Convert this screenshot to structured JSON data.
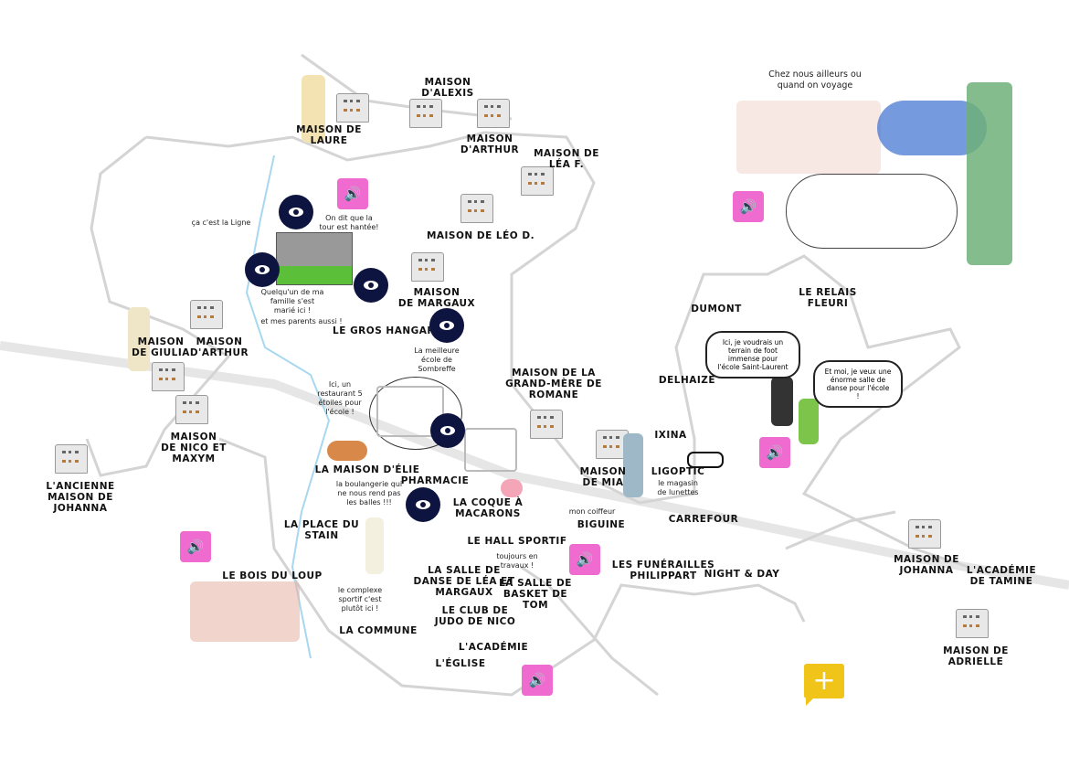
{
  "colors": {
    "eye": "#0e1440",
    "audio": "#f06bd0",
    "add": "#f0c419"
  },
  "labels": {
    "maison_laure": "MAISON DE\nLAURE",
    "maison_alexis": "MAISON\nD'ALEXIS",
    "maison_arthur_top": "MAISON\nD'ARTHUR",
    "maison_lea": "MAISON DE\nLÉA F.",
    "maison_leo": "MAISON DE LÉO D.",
    "maison_margaux": "MAISON\nDE MARGAUX",
    "gros_hangar": "LE GROS HANGAR",
    "maison_giulia": "MAISON\nDE GIULIA",
    "maison_arthur": "MAISON\nD'ARTHUR",
    "maison_nico": "MAISON\nDE NICO ET\nMAXYM",
    "ancienne_johanna": "L'ANCIENNE\nMAISON DE\nJOHANNA",
    "maison_elie": "LA MAISON D'ÉLIE",
    "pharmacie": "PHARMACIE",
    "coque": "LA COQUE À\nMACARONS",
    "place_stain": "LA PLACE DU\nSTAIN",
    "bois_loup": "LE BOIS DU LOUP",
    "hall_sportif": "LE HALL SPORTIF",
    "salle_danse": "LA SALLE DE\nDANSE DE LÉA ET\nMARGAUX",
    "salle_basket": "LA SALLE DE\nBASKET DE\nTOM",
    "club_judo": "LE CLUB DE\nJUDO DE NICO",
    "commune": "LA COMMUNE",
    "academie": "L'ACADÉMIE",
    "eglise": "L'ÉGLISE",
    "grand_mere": "MAISON DE LA\nGRAND-MÈRE DE\nROMANE",
    "maison_mia": "MAISON\nDE MIA",
    "ligoptic": "LIGOPTIC",
    "biguine": "BIGUINE",
    "carrefour": "CARREFOUR",
    "funerailles": "LES FUNÉRAILLES\nPHILIPPART",
    "night_day": "NIGHT & DAY",
    "ixina": "IXINA",
    "delhaize": "DELHAIZE",
    "dumont": "DUMONT",
    "relais": "LE RELAIS\nFLEURI",
    "maison_johanna": "MAISON DE\nJOHANNA",
    "academie_tamine": "L'ACADÉMIE\nDE TAMINE",
    "maison_adrielle": "MAISON DE\nADRIELLE"
  },
  "notes": {
    "ligne": "ça c'est la Ligne",
    "hantee": "On dit que la\ntour est hantée!",
    "marie": "Quelqu'un de ma\nfamille s'est\nmarié ici !",
    "parents": "et mes parents aussi !",
    "meilleure": "La meilleure\nécole de\nSombreffe",
    "restaurant": "Ici, un\nrestaurant 5\nétoiles pour\nl'école !",
    "boulangerie": "la boulangerie qui\nne nous rend pas\nles balles !!!",
    "travaux": "toujours en\ntravaux !",
    "complexe": "le complexe\nsportif c'est\nplutôt ici !",
    "coiffeur": "mon coiffeur",
    "lunettes": "le magasin\nde lunettes",
    "ailleurs": "Chez nous ailleurs ou\nquand on voyage",
    "bubble_foot": "Ici, je voudrais un terrain de foot immense pour l'école Saint-Laurent",
    "bubble_danse": "Et moi, je veux une énorme salle de danse pour l'école !"
  },
  "icons": {
    "audio": "🔊",
    "add": "+"
  }
}
